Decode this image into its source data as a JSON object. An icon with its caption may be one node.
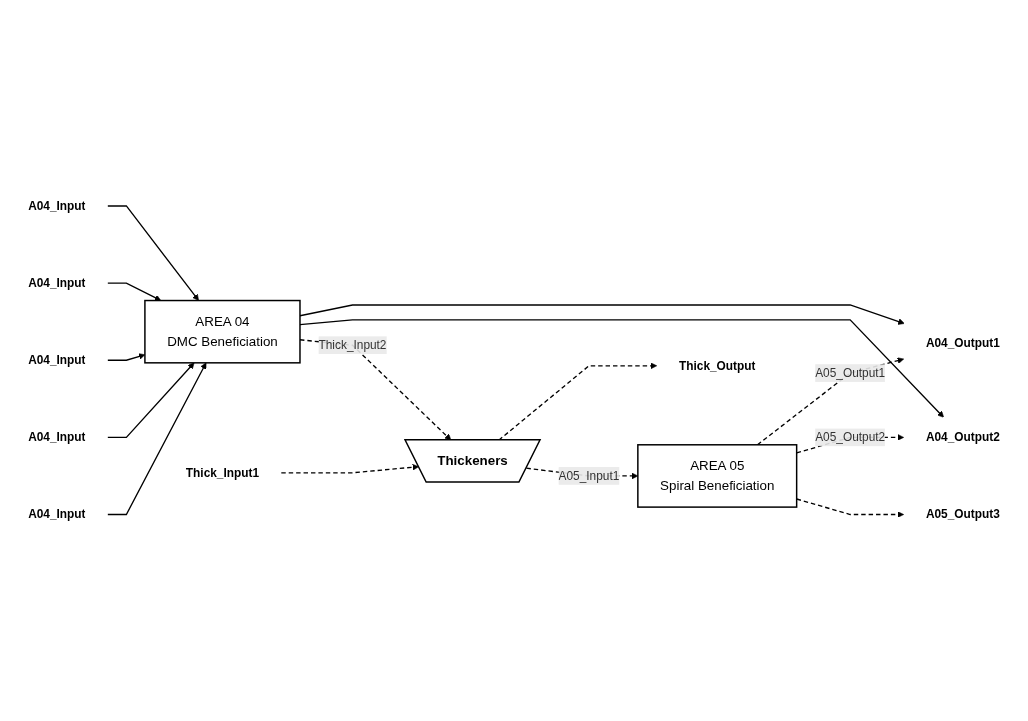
{
  "diagram": {
    "nodes": [
      {
        "text": [
          "A04_Input"
        ]
      },
      {
        "text": [
          "A04_Input"
        ]
      },
      {
        "text": [
          "A04_Input"
        ]
      },
      {
        "text": [
          "A04_Input"
        ]
      },
      {
        "text": [
          "A04_Input"
        ]
      },
      {
        "text": [
          "AREA 04",
          "DMC Beneficiation"
        ]
      },
      {
        "text": [
          "A04_Output1"
        ]
      },
      {
        "text": [
          "A04_Output2"
        ]
      },
      {
        "text": [
          "Thick_Input1"
        ]
      },
      {
        "text": [
          "Thickeners"
        ]
      },
      {
        "text": [
          "Thick_Output"
        ]
      },
      {
        "text": [
          "AREA 05",
          "Spiral Beneficiation"
        ]
      },
      {
        "text": [
          "A05_Output3"
        ]
      }
    ],
    "edges": [
      {
        "from": 0,
        "to": 5,
        "arrow": "to"
      },
      {
        "from": 1,
        "to": 5,
        "arrow": "to"
      },
      {
        "from": 2,
        "to": 5,
        "arrow": "to"
      },
      {
        "from": 3,
        "to": 5,
        "arrow": "to"
      },
      {
        "from": 4,
        "to": 5,
        "arrow": "to"
      },
      {
        "from": 5,
        "to": 6,
        "arrow": "to"
      },
      {
        "from": 5,
        "to": 7,
        "arrow": "to"
      },
      {
        "from": 5,
        "to": 9,
        "arrow": "to",
        "label": "Thick_Input2",
        "style": "dashed"
      },
      {
        "from": 8,
        "to": 9,
        "arrow": "to",
        "style": "dashed"
      },
      {
        "from": 9,
        "to": 10,
        "arrow": "to",
        "style": "dashed"
      },
      {
        "from": 9,
        "to": 11,
        "arrow": "to",
        "label": "A05_Input1",
        "style": "dashed"
      },
      {
        "from": 11,
        "to": 6,
        "arrow": "to",
        "label": "A05_Output1",
        "style": "dashed"
      },
      {
        "from": 11,
        "to": 7,
        "arrow": "to",
        "label": "A05_Output2",
        "style": "dashed"
      },
      {
        "from": 11,
        "to": 12,
        "arrow": "to",
        "style": "dashed"
      }
    ]
  }
}
